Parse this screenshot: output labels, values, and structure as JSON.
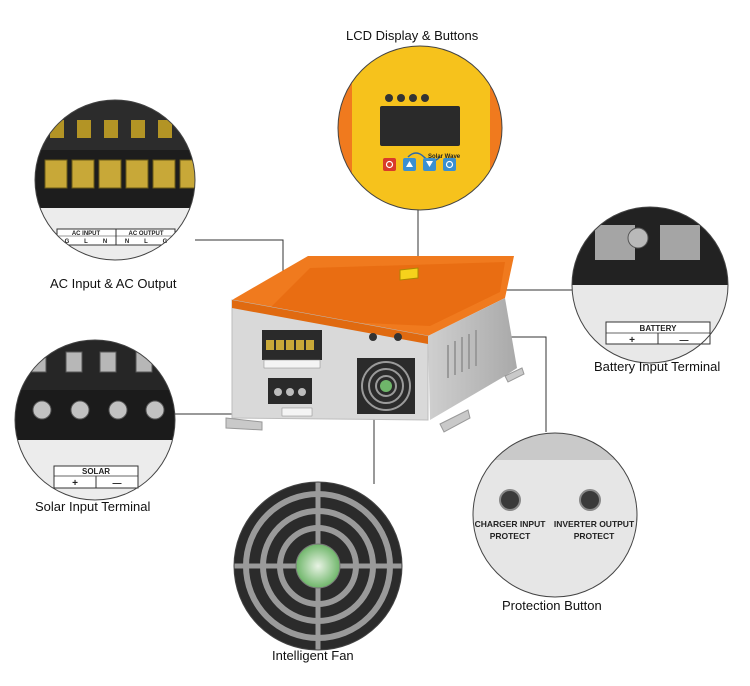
{
  "callouts": {
    "lcd": "LCD Display & Buttons",
    "ac": "AC Input & AC Output",
    "battery": "Battery Input Terminal",
    "solar": "Solar Input Terminal",
    "fan": "Intelligent Fan",
    "protection": "Protection Button"
  },
  "ac_panel": {
    "input_title": "AC INPUT",
    "output_title": "AC OUTPUT",
    "terminals": [
      "G",
      "L",
      "N",
      "N",
      "L",
      "G"
    ]
  },
  "battery_panel": {
    "title": "BATTERY",
    "plus": "+",
    "minus": "—"
  },
  "solar_panel": {
    "title": "SOLAR",
    "plus": "+",
    "minus": "—"
  },
  "protection_panel": {
    "charger_line1": "CHARGER INPUT",
    "charger_line2": "PROTECT",
    "inverter_line1": "INVERTER OUTPUT",
    "inverter_line2": "PROTECT"
  },
  "lcd_panel": {
    "brand": "Solar Wave"
  },
  "colors": {
    "orange": "#f07a1e",
    "yellow": "#f6c21c",
    "casing": "#d7d7d7",
    "terminal_brass": "#c8a838",
    "leader_line": "#333333"
  }
}
